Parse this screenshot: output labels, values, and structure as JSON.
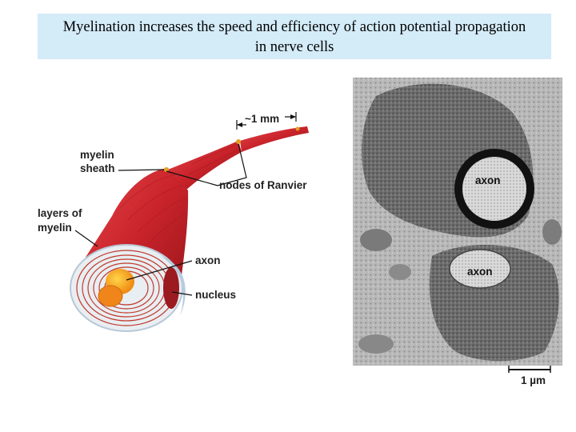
{
  "slide": {
    "title_line1": "Myelination increases the speed and efficiency of action potential propagation",
    "title_line2": "in nerve cells"
  },
  "diagram": {
    "labels": {
      "distance": "~1 mm",
      "myelin_sheath_1": "myelin",
      "myelin_sheath_2": "sheath",
      "nodes": "nodes of Ranvier",
      "layers_1": "layers of",
      "layers_2": "myelin",
      "axon": "axon",
      "nucleus": "nucleus"
    },
    "colors": {
      "myelin_red": "#c8232a",
      "axon_orange": "#f39c1c",
      "sheath_blue": "#c9dcea"
    }
  },
  "micrograph": {
    "axon_label_1": "axon",
    "axon_label_2": "axon",
    "scale_bar": "1 µm"
  }
}
